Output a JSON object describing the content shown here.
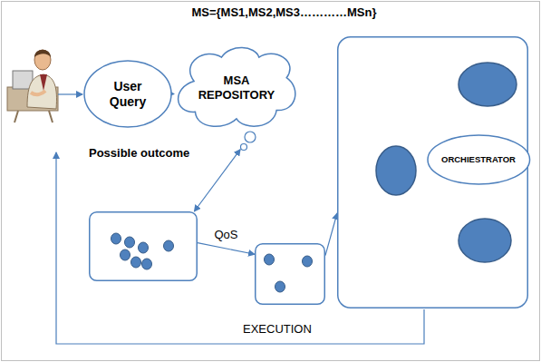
{
  "diagram": {
    "title": "MS={MS1,MS2,MS3…………MSn}",
    "nodes": [
      {
        "text": [
          "User Query"
        ]
      },
      {
        "text": [
          "MSA REPOSITORY"
        ]
      },
      {
        "text": [
          "Possible outcome"
        ]
      },
      {
        "text": []
      },
      {
        "text": []
      },
      {
        "text": [
          "ORCHIESTRATOR"
        ],
        "in": 4
      },
      {
        "text": [],
        "in": 4
      },
      {
        "text": [],
        "in": 4
      },
      {
        "text": [],
        "in": 4
      }
    ],
    "edges": [
      {
        "from": 0,
        "to": 1,
        "arrow": "to"
      },
      {
        "from": 1,
        "to": 2,
        "arrow": "both"
      },
      {
        "from": 2,
        "to": 3,
        "label": "QoS",
        "arrow": "to"
      },
      {
        "from": 3,
        "to": 4,
        "arrow": "to"
      },
      {
        "from": 5,
        "to": 7,
        "arrow": "to"
      },
      {
        "from": 5,
        "to": 8,
        "arrow": "to"
      }
    ],
    "labels": [
      "EXECUTION"
    ]
  }
}
